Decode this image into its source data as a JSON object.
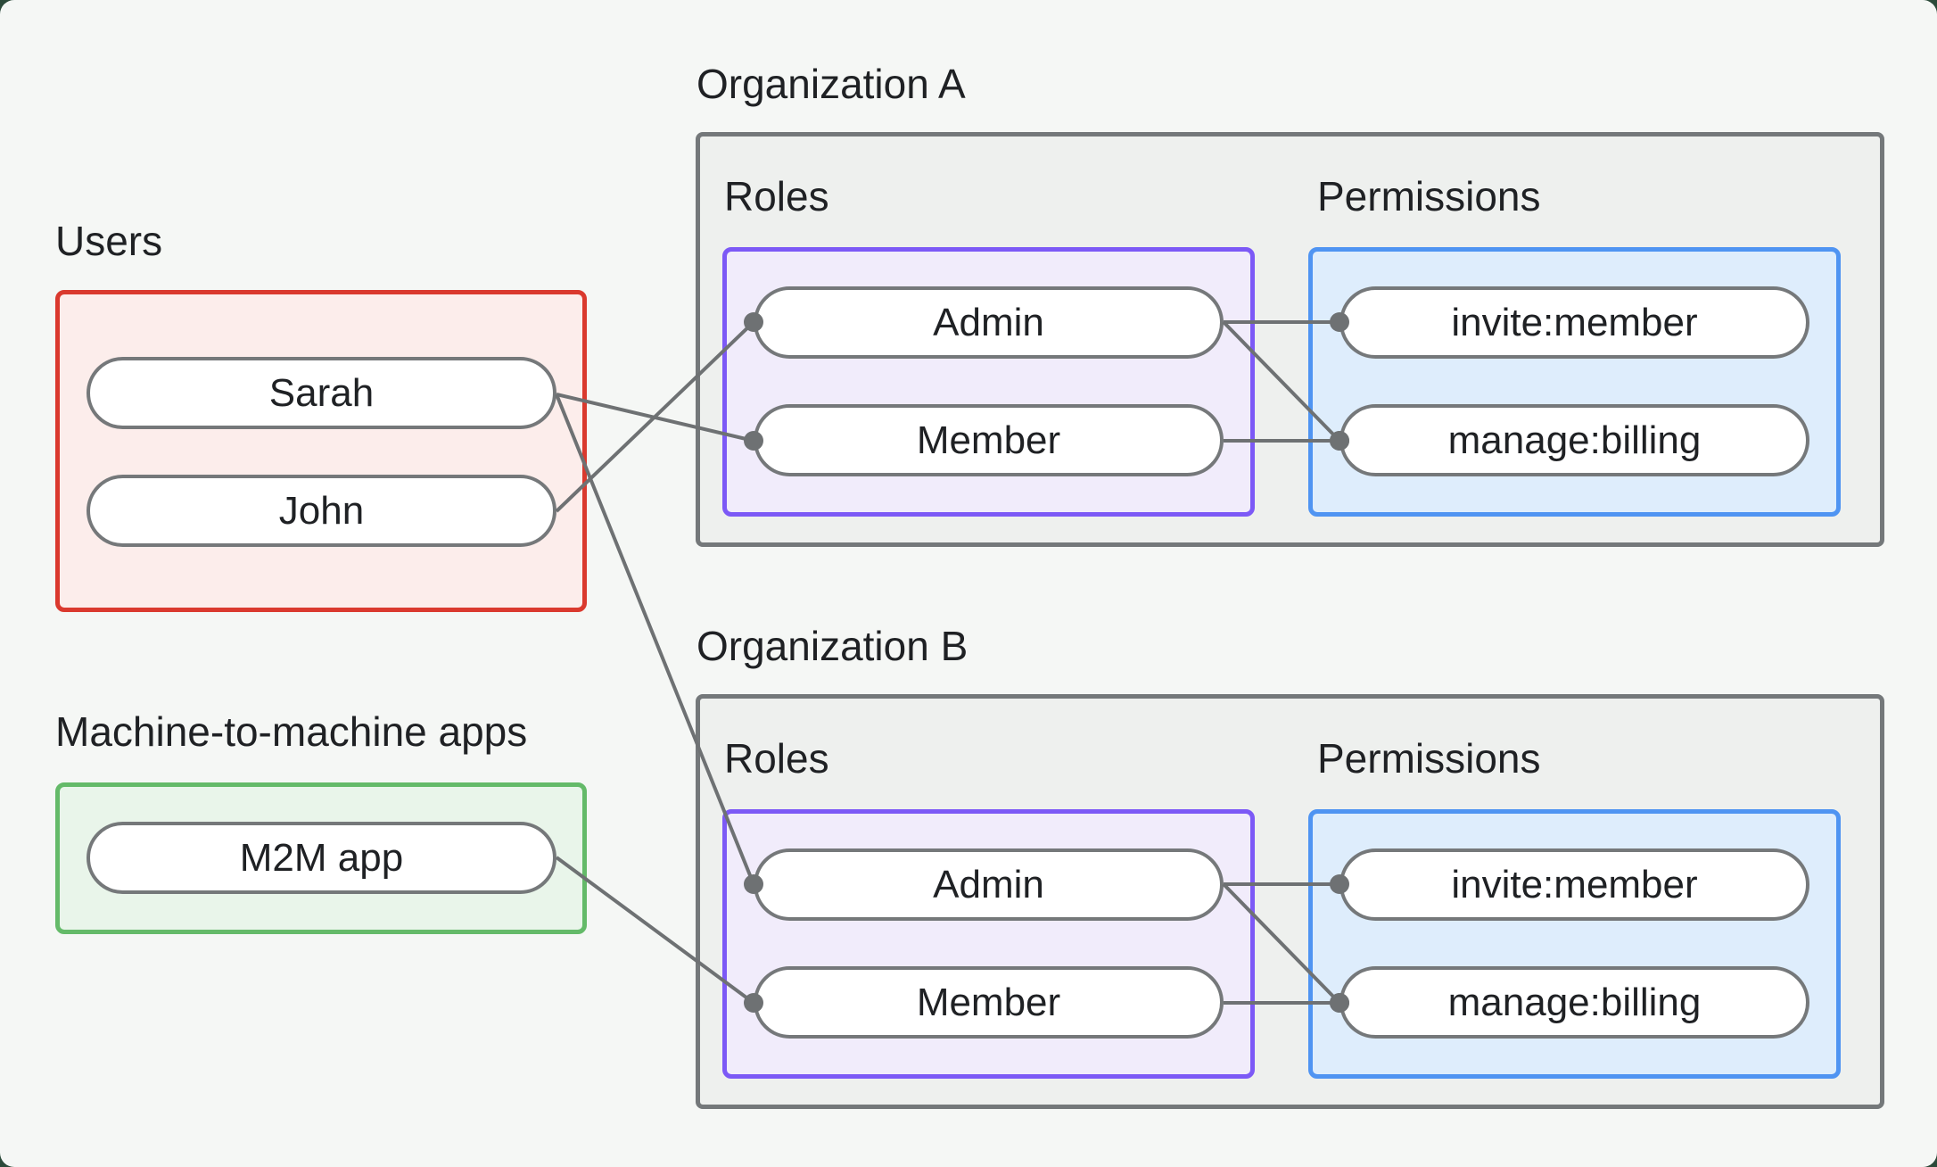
{
  "users_group": {
    "label": "Users",
    "nodes": [
      "Sarah",
      "John"
    ]
  },
  "m2m_group": {
    "label": "Machine-to-machine apps",
    "nodes": [
      "M2M app"
    ]
  },
  "organizations": [
    {
      "label": "Organization A",
      "roles_label": "Roles",
      "permissions_label": "Permissions",
      "roles": [
        "Admin",
        "Member"
      ],
      "permissions": [
        "invite:member",
        "manage:billing"
      ]
    },
    {
      "label": "Organization B",
      "roles_label": "Roles",
      "permissions_label": "Permissions",
      "roles": [
        "Admin",
        "Member"
      ],
      "permissions": [
        "invite:member",
        "manage:billing"
      ]
    }
  ],
  "connections": [
    {
      "from": "sarah",
      "to": "orgA-member"
    },
    {
      "from": "sarah",
      "to": "orgB-admin"
    },
    {
      "from": "john",
      "to": "orgA-admin"
    },
    {
      "from": "m2m-app",
      "to": "orgB-member"
    },
    {
      "from": "orgA-admin",
      "to": "orgA-invite-member"
    },
    {
      "from": "orgA-admin",
      "to": "orgA-manage-billing"
    },
    {
      "from": "orgA-member",
      "to": "orgA-manage-billing"
    },
    {
      "from": "orgB-admin",
      "to": "orgB-invite-member"
    },
    {
      "from": "orgB-admin",
      "to": "orgB-manage-billing"
    },
    {
      "from": "orgB-member",
      "to": "orgB-manage-billing"
    }
  ],
  "colors": {
    "page_background": "#f5f7f5",
    "page_corner_backdrop": "#2c4a3a",
    "users_border": "#da392e",
    "users_fill": "#fcedeb",
    "m2m_border": "#64ba69",
    "m2m_fill": "#e9f5ea",
    "org_border": "#74787a",
    "org_fill": "#eef0ee",
    "roles_border": "#7c59f6",
    "roles_fill": "#f1ecfb",
    "permissions_border": "#4f94f2",
    "permissions_fill": "#deedfc",
    "node_border": "#75787a",
    "connector": "#6e7173",
    "text": "#1f2124"
  }
}
